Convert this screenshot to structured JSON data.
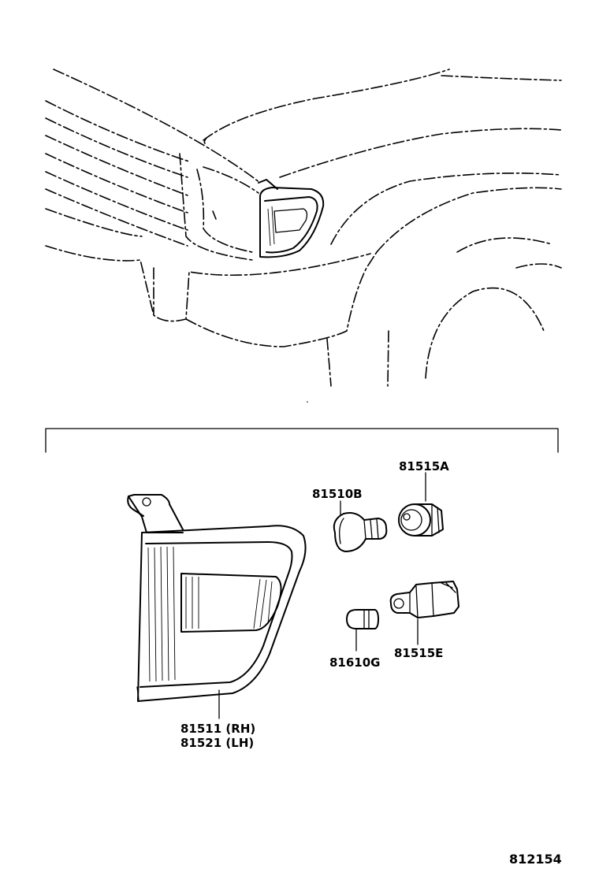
{
  "parts": {
    "bulb_large": "81510B",
    "socket_large": "81515A",
    "bulb_small": "81610G",
    "socket_small": "81515E",
    "lamp_rh": "81511 (RH)",
    "lamp_lh": "81521 (LH)"
  },
  "figure_number": "812154"
}
